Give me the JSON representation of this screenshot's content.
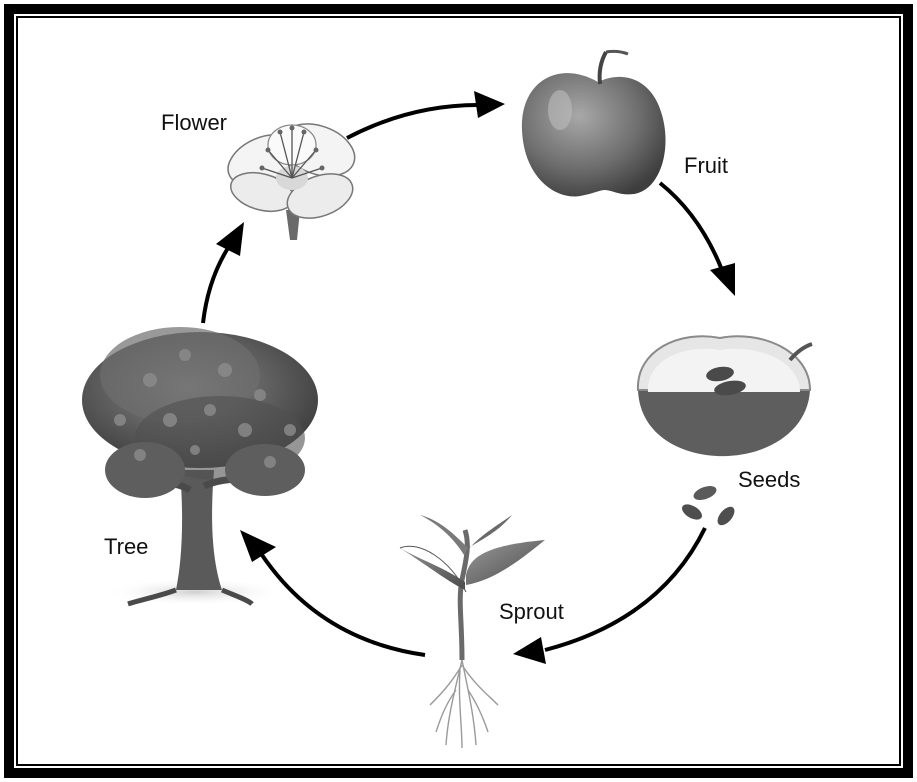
{
  "labels": {
    "flower": "Flower",
    "fruit": "Fruit",
    "seeds": "Seeds",
    "sprout": "Sprout",
    "tree": "Tree"
  },
  "colors": {
    "border": "#000000",
    "arrow": "#000000",
    "text": "#111111"
  }
}
